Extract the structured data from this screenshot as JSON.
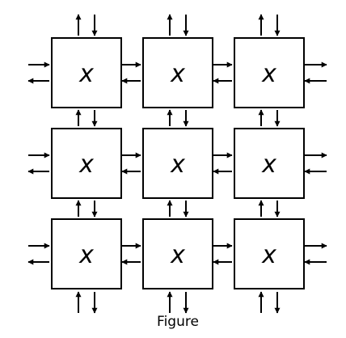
{
  "diagram": {
    "rows": 3,
    "cols": 3,
    "cell_label": "x",
    "caption": "Figure",
    "stroke_color": "#000000",
    "background": "#ffffff"
  }
}
